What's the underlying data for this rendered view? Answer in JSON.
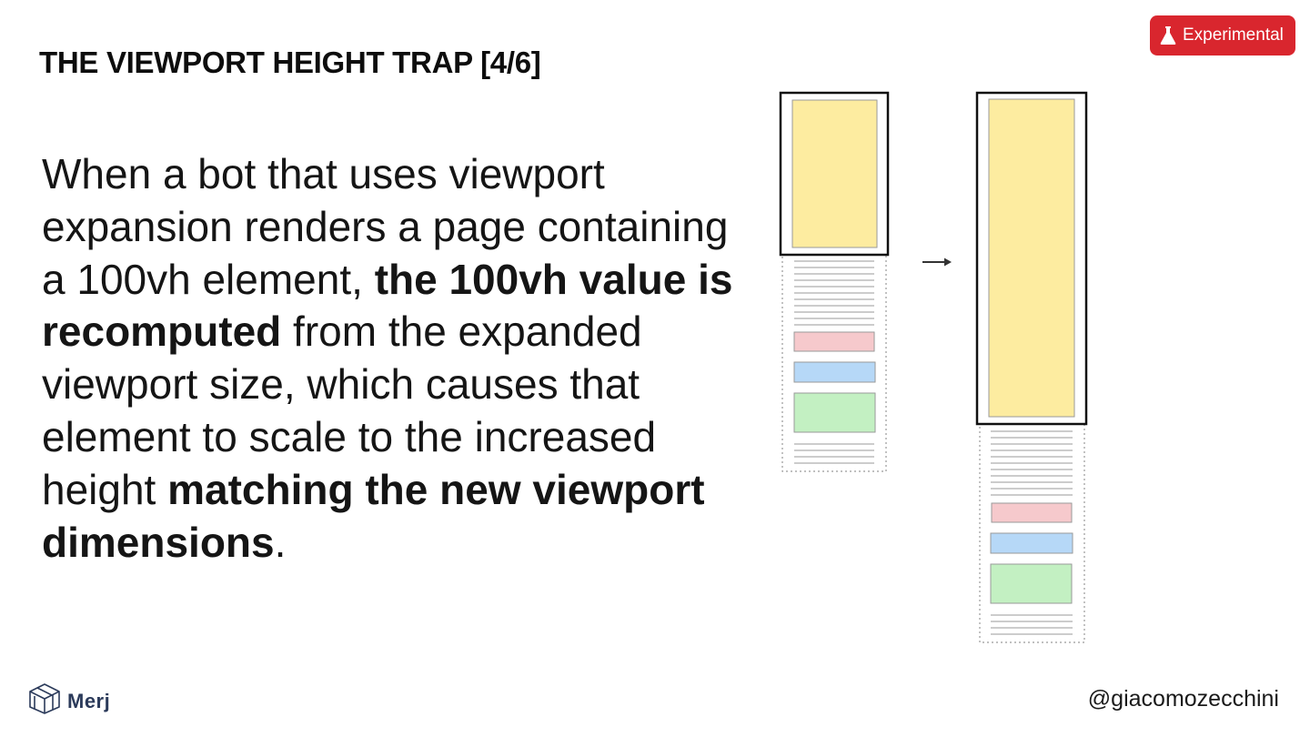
{
  "slide": {
    "title": "THE VIEWPORT HEIGHT TRAP [4/6]",
    "badge_label": "Experimental",
    "body": {
      "part1": "When a bot that uses viewport expansion renders a page containing a 100vh element, ",
      "bold1": "the 100vh value is recomputed",
      "part2": " from the expanded viewport size, which causes that element to scale to the increased height ",
      "bold2": "matching the new viewport dimensions",
      "part3": "."
    }
  },
  "footer": {
    "logo_text": "Merj",
    "handle": "@giacomozecchini"
  },
  "colors": {
    "badge": "#d9262e",
    "hero_block": "#fdeca0",
    "red_block": "#f6c9cc",
    "blue_block": "#b6d8f7",
    "green_block": "#c3f0c2",
    "logo": "#2b3a5a"
  },
  "icons": {
    "badge_icon": "flask-icon",
    "arrow": "arrow-right-icon",
    "logo": "cube-logo-icon"
  }
}
